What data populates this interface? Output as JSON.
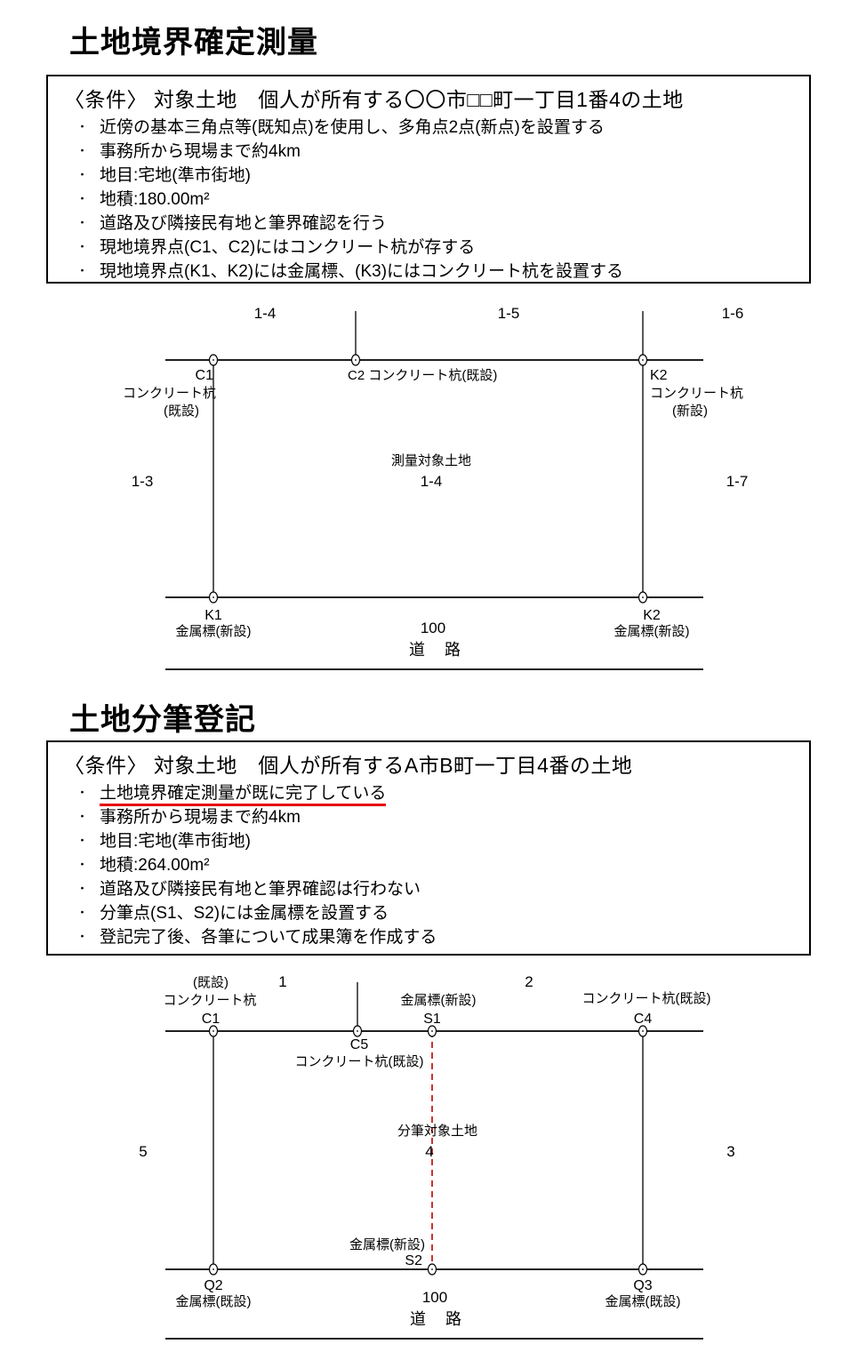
{
  "ui": {
    "bullet": "・"
  },
  "colors": {
    "dash_red": "#c00000",
    "underline_red": "#e60000"
  },
  "section1": {
    "title": "土地境界確定測量",
    "box": {
      "header": "〈条件〉 対象土地　個人が所有する〇〇市□□町一丁目1番4の土地",
      "bullets": [
        "近傍の基本三角点等(既知点)を使用し、多角点2点(新点)を設置する",
        "事務所から現場まで約4km",
        "地目:宅地(準市街地)",
        "地積:180.00m²",
        "道路及び隣接民有地と筆界確認を行う",
        "現地境界点(C1、C2)にはコンクリート杭が存する",
        "現地境界点(K1、K2)には金属標、(K3)にはコンクリート杭を設置する"
      ]
    },
    "diagram": {
      "top_parcels": [
        "1-4",
        "1-5",
        "1-6"
      ],
      "left_parcel": "1-3",
      "right_parcel": "1-7",
      "center_label": "測量対象土地",
      "center_parcel": "1-4",
      "c1": {
        "id": "C1",
        "type": "コンクリート杭",
        "status": "(既設)"
      },
      "c2": {
        "label": "C2 コンクリート杭(既設)"
      },
      "k2_top": {
        "id": "K2",
        "type": "コンクリート杭",
        "status": "(新設)"
      },
      "k1": {
        "id": "K1",
        "type": "金属標(新設)"
      },
      "k2_bottom": {
        "id": "K2",
        "type": "金属標(新設)"
      },
      "road_width": "100",
      "road": "道　路"
    }
  },
  "section2": {
    "title": "土地分筆登記",
    "box": {
      "header": "〈条件〉 対象土地　個人が所有するA市B町一丁目4番の土地",
      "bullets": [
        "土地境界確定測量が既に完了している",
        "事務所から現場まで約4km",
        "地目:宅地(準市街地)",
        "地積:264.00m²",
        "道路及び隣接民有地と筆界確認は行わない",
        "分筆点(S1、S2)には金属標を設置する",
        "登記完了後、各筆について成果簿を作成する"
      ]
    },
    "diagram": {
      "top_parcels": [
        "1",
        "2"
      ],
      "left_parcel": "5",
      "right_parcel": "3",
      "center_label": "分筆対象土地",
      "center_parcel": "4",
      "c1": {
        "status": "(既設)",
        "type": "コンクリート杭",
        "id": "C1"
      },
      "c5": {
        "id": "C5",
        "type": "コンクリート杭(既設)"
      },
      "s1": {
        "type": "金属標(新設)",
        "id": "S1"
      },
      "c4": {
        "type": "コンクリート杭(既設)",
        "id": "C4"
      },
      "s2": {
        "type": "金属標(新設)",
        "id": "S2"
      },
      "q2": {
        "id": "Q2",
        "type": "金属標(既設)"
      },
      "q3": {
        "id": "Q3",
        "type": "金属標(既設)"
      },
      "road_width": "100",
      "road": "道　路"
    }
  }
}
